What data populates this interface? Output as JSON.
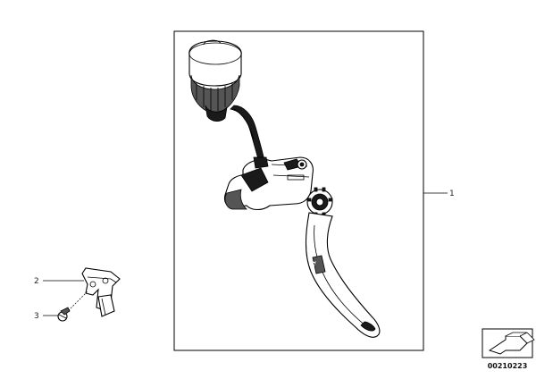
{
  "callouts": [
    {
      "number": "1"
    },
    {
      "number": "2"
    },
    {
      "number": "3"
    }
  ],
  "reference_number": "00210223",
  "icons": {
    "reference_icon": "arrow-right-icon"
  }
}
